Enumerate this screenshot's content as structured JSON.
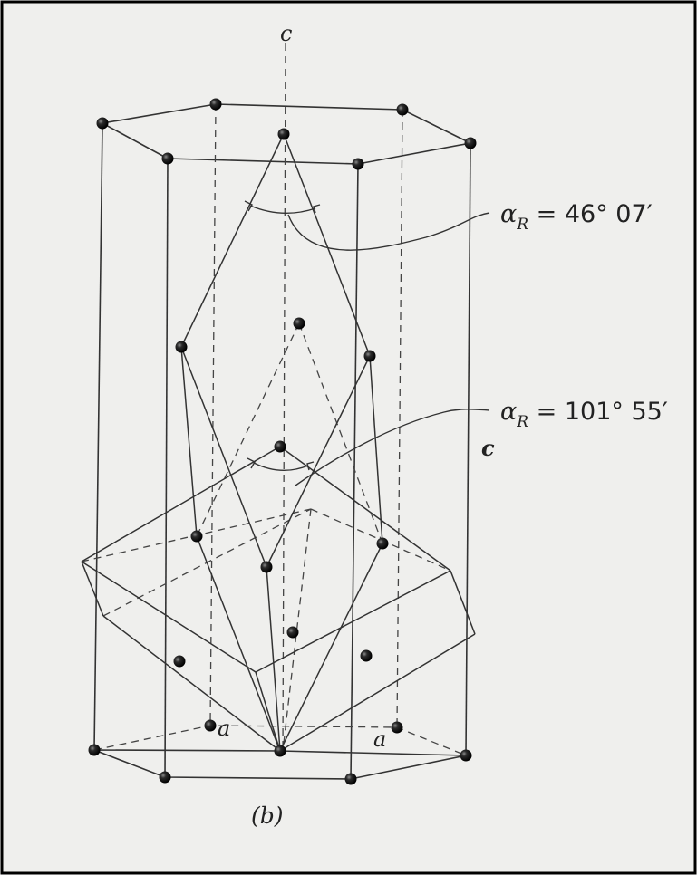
{
  "figure": {
    "caption": "(b)",
    "axis_label_top": "c",
    "axis_label_side": "c",
    "edge_label_left": "a",
    "edge_label_right": "a",
    "angle_1": {
      "symbol": "α",
      "subscript": "R",
      "value": " = 46° 07′"
    },
    "angle_2": {
      "symbol": "α",
      "subscript": "R",
      "value": " = 101° 55′"
    }
  },
  "colors": {
    "paper": "#efefed",
    "ink": "#333333",
    "atom": "#1b1b1b",
    "border": "#000000"
  }
}
